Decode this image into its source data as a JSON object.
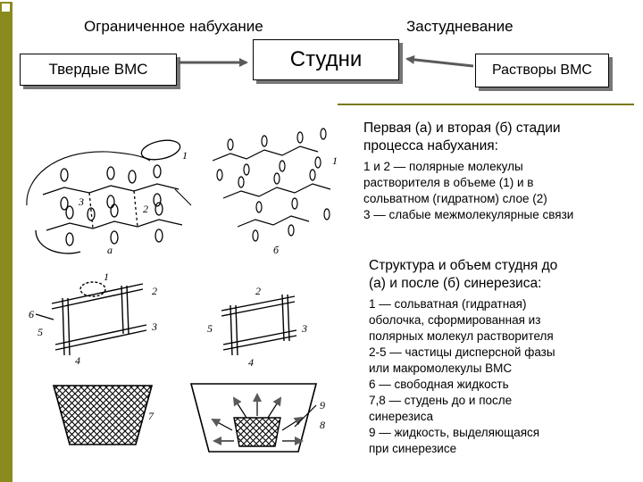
{
  "header": {
    "left_caption": "Ограниченное набухание",
    "right_caption": "Застудневание",
    "box_left": "Твердые ВМС",
    "box_center": "Студни",
    "box_right": "Растворы ВМС"
  },
  "figure1": {
    "label_a": "а",
    "label_b": "б",
    "num_1": "1",
    "num_2": "2",
    "num_3": "3",
    "num_b1": "1"
  },
  "figure2": {
    "n1": "1",
    "n2": "2",
    "n3": "3",
    "n4": "4",
    "n5": "5",
    "n6": "6",
    "m2": "2",
    "m3": "3",
    "m4": "4",
    "m5": "5",
    "n7": "7",
    "n8": "8",
    "n9": "9"
  },
  "caption1": {
    "title_lines": [
      "Первая (а) и вторая (б) стадии",
      "процесса набухания:"
    ],
    "legend_lines": [
      "1 и 2 — полярные молекулы",
      "растворителя в объеме (1) и в",
      "сольватном (гидратном) слое (2)",
      "3 — слабые межмолекулярные связи"
    ]
  },
  "caption2": {
    "title_lines": [
      "Структура и объем студня до",
      "(а) и после (б) синерезиса:"
    ],
    "legend_lines": [
      "1 — сольватная (гидратная)",
      "оболочка, сформированная из",
      "полярных молекул растворителя",
      "2-5 — частицы дисперсной фазы",
      "или макромолекулы ВМС",
      "6 — свободная жидкость",
      "7,8 — студень до и после",
      "синерезиса",
      "9 — жидкость, выделяющаяся",
      "при синерезисе"
    ]
  }
}
